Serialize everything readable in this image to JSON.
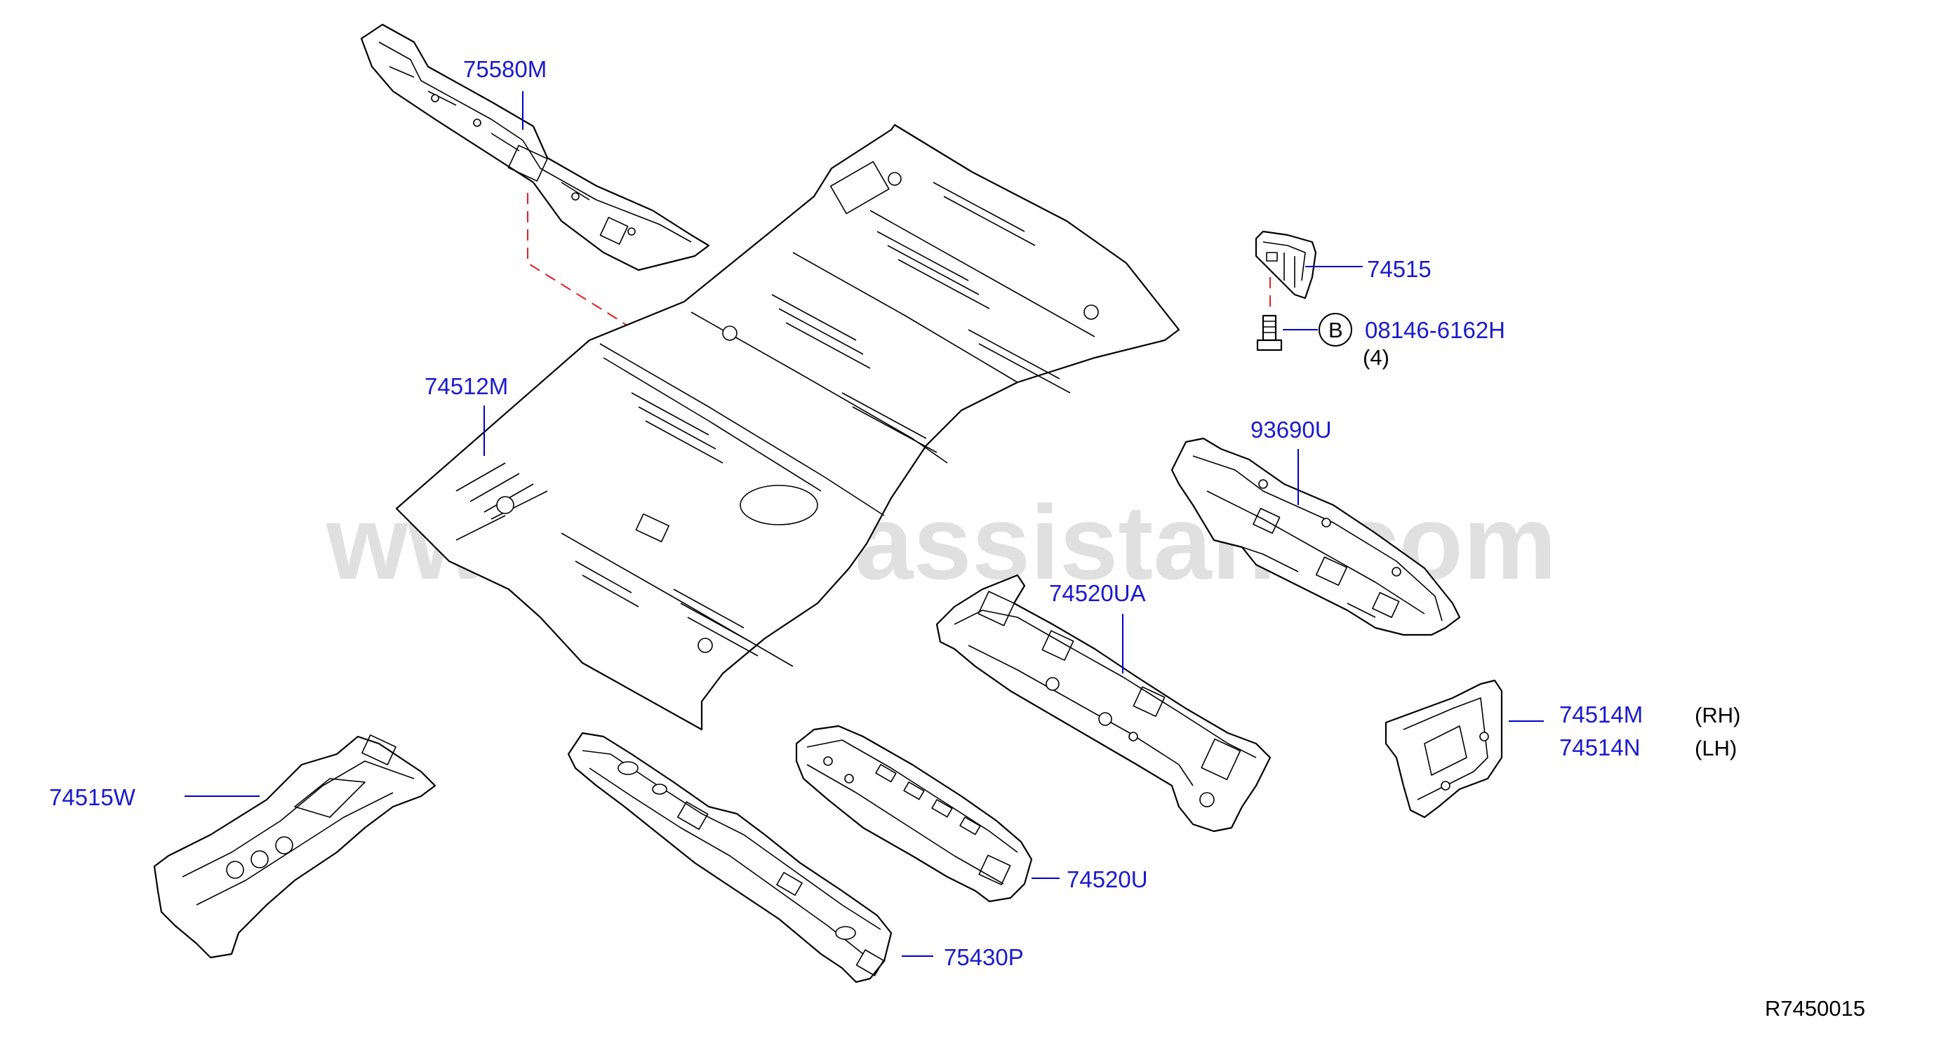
{
  "watermark": "www.partsassistant.com",
  "diagram_code": "R7450015",
  "circled_letter": "B",
  "callouts": {
    "p75580M": "75580M",
    "p74512M": "74512M",
    "p74515": "74515",
    "p08146": "08146-6162H",
    "p08146_qty": "(4)",
    "p93690U": "93690U",
    "p74520UA": "74520UA",
    "p74514M": "74514M",
    "p74514M_side": "(RH)",
    "p74514N": "74514N",
    "p74514N_side": "(LH)",
    "p74515W": "74515W",
    "p74520U": "74520U",
    "p75430P": "75430P"
  },
  "colors": {
    "callout_text": "#1a1acc",
    "leader_line": "#0000cc",
    "dashed_reference": "#e02020",
    "part_outline": "#000000",
    "watermark": "#d6d6d6"
  }
}
